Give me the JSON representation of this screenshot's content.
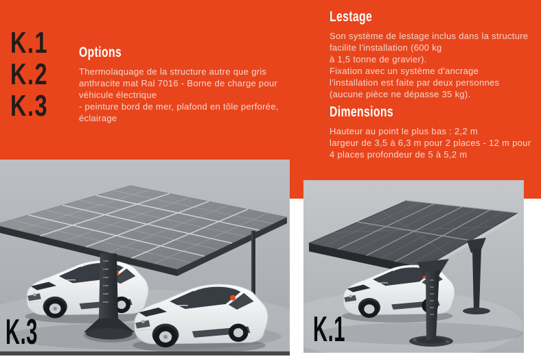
{
  "colors": {
    "accent_orange": "#e8451d",
    "heading_text": "#ffffff",
    "body_text": "#f6d7cb",
    "model_stack_text": "#211d19",
    "caption_text": "#0b0b0c"
  },
  "models": [
    "K.1",
    "K.2",
    "K.3"
  ],
  "sections": {
    "options": {
      "title": "Options",
      "lines": [
        "Thermolaquage de la structure autre que gris",
        "anthracite mat Ral 7016 - Borne de charge pour",
        "véhicule électrique",
        "- peinture bord de mer, plafond en tôle perforée,",
        "éclairage"
      ]
    },
    "lestage": {
      "title": "Lestage",
      "lines": [
        "Son système de lestage inclus dans la structure",
        "facilite l'installation (600 kg",
        "à 1,5 tonne de gravier).",
        "Fixation avec un système d'ancrage",
        "l'installation est faite par deux personnes",
        "(aucune pièce ne dépasse 35 kg)."
      ]
    },
    "dimensions": {
      "title": "Dimensions",
      "lines": [
        "Hauteur au point le plus bas : 2,2 m",
        "largeur de 3,5 à 6,3 m pour 2 places - 12 m pour",
        "4 places profondeur de 5 à 5,2 m"
      ]
    }
  },
  "images": {
    "left": {
      "caption": "K.3"
    },
    "right": {
      "caption": "K.1"
    }
  }
}
